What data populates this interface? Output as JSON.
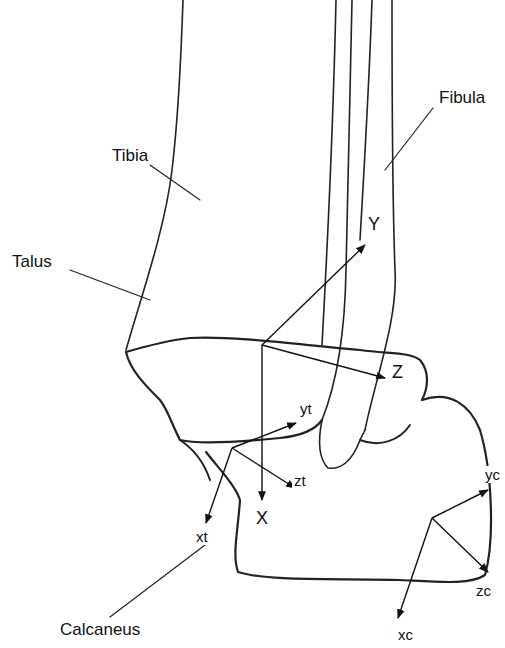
{
  "diagram": {
    "labels": [
      "Tibia",
      "Fibula",
      "Y",
      "Talus",
      "Z",
      "yt",
      "zt",
      "X",
      "yc",
      "xt",
      "zc",
      "xc",
      "Calcaneus"
    ]
  }
}
